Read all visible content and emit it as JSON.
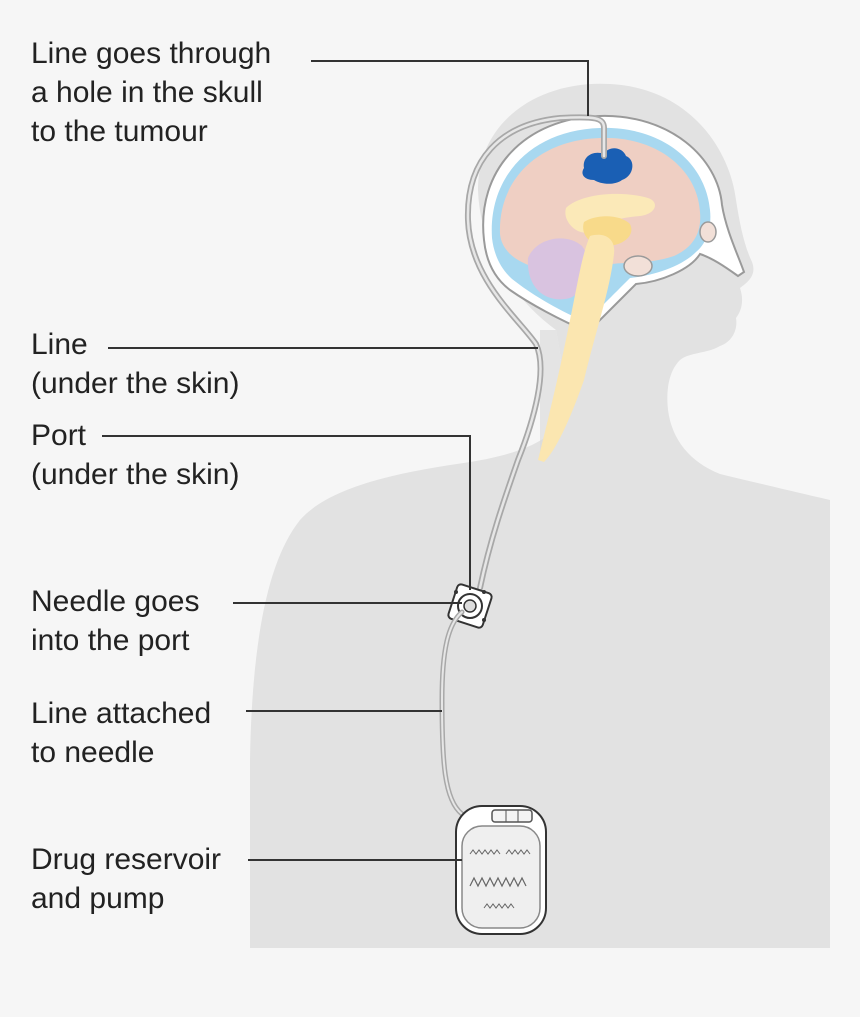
{
  "labels": {
    "skull_hole": [
      "Line goes through",
      "a hole in the skull",
      "to the tumour"
    ],
    "line": [
      "Line",
      "(under the skin)"
    ],
    "port": [
      "Port",
      "(under the skin)"
    ],
    "needle": [
      "Needle goes",
      "into the port"
    ],
    "line_attached": [
      "Line attached",
      "to needle"
    ],
    "pump": [
      "Drug reservoir",
      "and pump"
    ]
  },
  "colors": {
    "background": "#f6f6f6",
    "silhouette": "#e2e2e2",
    "brain": "#efcfc3",
    "csf": "#a8d8f0",
    "tumour": "#1a5fb4",
    "cerebellum": "#d9c3e0",
    "brainstem": "#fbe6b0",
    "leader_line": "#333333",
    "tube": "#bdbdbd"
  },
  "icons": {
    "port": "port-icon",
    "pump": "pump-icon"
  }
}
